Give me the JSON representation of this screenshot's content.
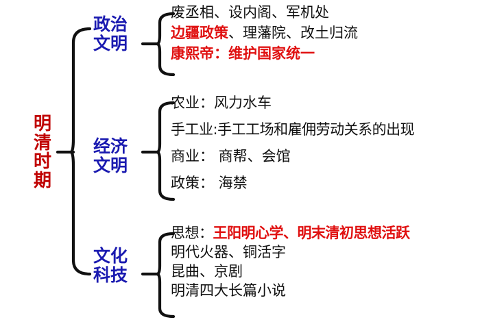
{
  "diagram": {
    "type": "mind-map",
    "title_text": "明清时期",
    "colors": {
      "root_red": "#c00000",
      "branch_blue": "#1a1ab0",
      "highlight_red": "#e01010",
      "body_black": "#111111",
      "connector_black": "#111111",
      "background": "#ffffff"
    },
    "root": {
      "label": "明清时期",
      "chars": [
        "明",
        "清",
        "时",
        "期"
      ]
    },
    "branches": [
      {
        "id": "politics",
        "label": "政治文明",
        "label_lines": [
          "政治",
          "文明"
        ],
        "details": [
          {
            "id": "politics-line-1",
            "text": "废丞相、设内阁、军机处",
            "segments": [
              {
                "text": "废丞相、设内阁、军机处",
                "color": "black"
              }
            ]
          },
          {
            "id": "politics-line-2",
            "text": "边疆政策、理藩院、改土归流",
            "segments": [
              {
                "text": "边疆政策",
                "color": "red"
              },
              {
                "text": "、理藩院、改土归流",
                "color": "black"
              }
            ]
          },
          {
            "id": "politics-line-3",
            "text": "康熙帝：维护国家统一",
            "segments": [
              {
                "text": "康熙帝：维护国家统一",
                "color": "red"
              }
            ]
          }
        ]
      },
      {
        "id": "economy",
        "label": "经济文明",
        "label_lines": [
          "经济",
          "文明"
        ],
        "details": [
          {
            "id": "economy-line-1",
            "text": "农业：风力水车",
            "segments": [
              {
                "text": "农业：风力水车",
                "color": "black"
              }
            ]
          },
          {
            "id": "economy-line-2",
            "text": "手工业:手工工场和雇佣劳动关系的出现",
            "segments": [
              {
                "text": "手工业:手工工场和雇佣劳动关系的出现",
                "color": "black"
              }
            ]
          },
          {
            "id": "economy-line-3",
            "text": "商业： 商帮、会馆",
            "segments": [
              {
                "text": "商业： 商帮、会馆",
                "color": "black"
              }
            ]
          },
          {
            "id": "economy-line-4",
            "text": "政策： 海禁",
            "segments": [
              {
                "text": "政策： 海禁",
                "color": "black"
              }
            ]
          }
        ]
      },
      {
        "id": "culture",
        "label": "文化科技",
        "label_lines": [
          "文化",
          "科技"
        ],
        "details": [
          {
            "id": "culture-line-1",
            "text": "思想：王阳明心学、明末清初思想活跃",
            "segments": [
              {
                "text": "思想：",
                "color": "black"
              },
              {
                "text": "王阳明心学、明末清初思想活跃",
                "color": "red"
              }
            ]
          },
          {
            "id": "culture-line-2",
            "text": "明代火器、铜活字",
            "segments": [
              {
                "text": "明代火器、铜活字",
                "color": "black"
              }
            ]
          },
          {
            "id": "culture-line-3",
            "text": "昆曲、京剧",
            "segments": [
              {
                "text": "昆曲、京剧",
                "color": "black"
              }
            ]
          },
          {
            "id": "culture-line-4",
            "text": "明清四大长篇小说",
            "segments": [
              {
                "text": "明清四大长篇小说",
                "color": "black"
              }
            ]
          }
        ]
      }
    ]
  }
}
